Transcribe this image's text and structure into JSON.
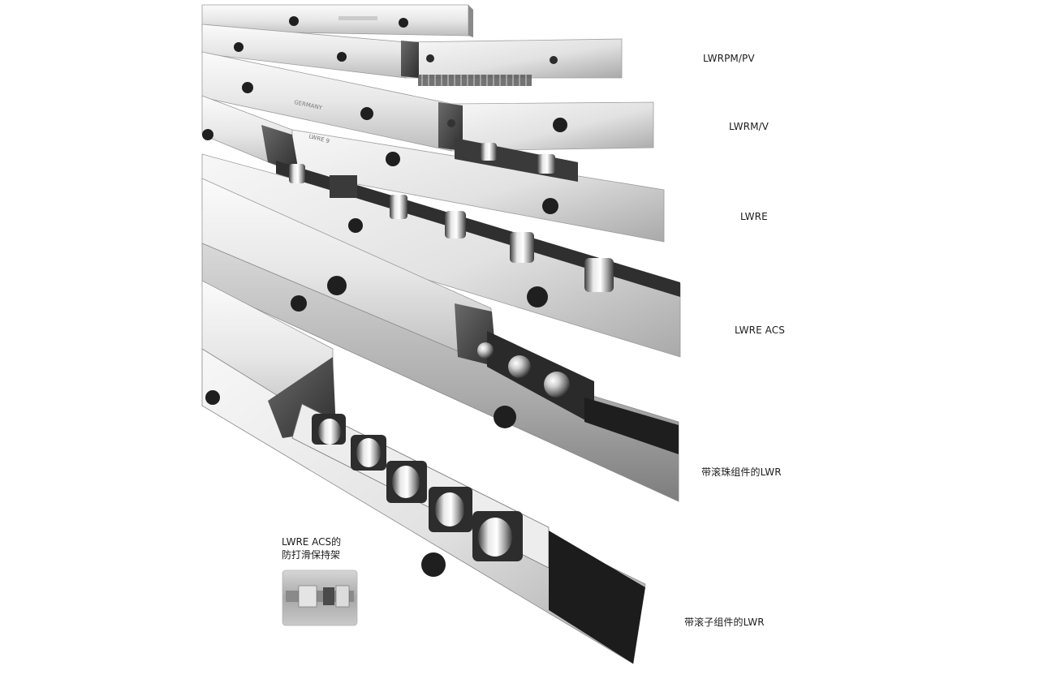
{
  "labels": {
    "lwrpm_pv": "LWRPM/PV",
    "lwrm_v": "LWRM/V",
    "lwre": "LWRE",
    "lwre_acs": "LWRE ACS",
    "lwr_ball": "带滚珠组件的LWR",
    "lwr_roller": "带滚子组件的LWR",
    "cage_line1": "LWRE ACS的",
    "cage_line2": "防打滑保持架"
  },
  "rail_markings": {
    "germany": "GERMANY",
    "lwre": "LWRE 9"
  },
  "colors": {
    "background": "#ffffff",
    "rail_light": "#eeeeee",
    "rail_mid": "#c9c9c9",
    "rail_dark": "#8c8c8c",
    "shadow": "#3a3a3a",
    "cage_dark": "#2b2b2b",
    "label_text": "#1c1c1c"
  }
}
